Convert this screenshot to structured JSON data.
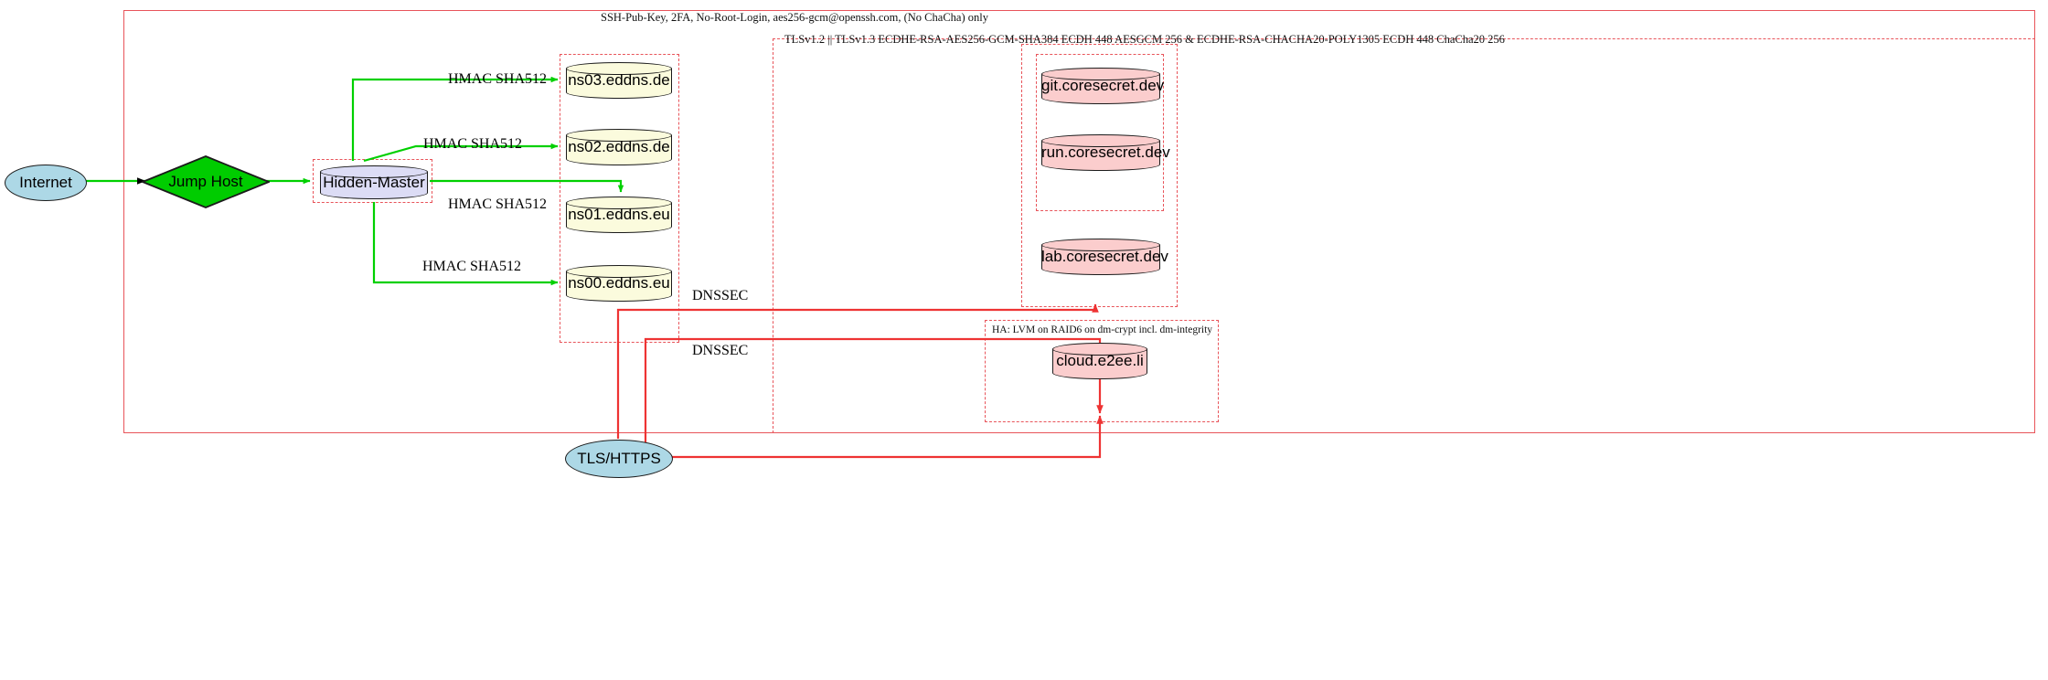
{
  "diagram": {
    "title_top": "SSH-Pub-Key, 2FA, No-Root-Login, aes256-gcm@openssh.com, (No ChaCha) only",
    "title_tls": "TLSv1.2 || TLSv1.3 ECDHE-RSA-AES256-GCM-SHA384 ECDH 448 AESGCM 256 & ECDHE-RSA-CHACHA20-POLY1305 ECDH 448 ChaCha20 256",
    "title_ha": "HA: LVM on RAID6 on dm-crypt incl. dm-integrity",
    "colors": {
      "boundary_red": "#e8545a",
      "edge_green": "#00d000",
      "edge_red": "#ee3333",
      "dns_fill": "#fbfbdd",
      "server_fill": "#fbcdcd",
      "master_fill": "#dcdcf5",
      "internet_fill": "#add8e6",
      "jump_fill": "#00cc00"
    }
  },
  "nodes": {
    "internet": "Internet",
    "jump_host": "Jump Host",
    "hidden_master": "Hidden-Master",
    "ns03": "ns03.eddns.de",
    "ns02": "ns02.eddns.de",
    "ns01": "ns01.eddns.eu",
    "ns00": "ns00.eddns.eu",
    "git": "git.coresecret.dev",
    "run": "run.coresecret.dev",
    "lab": "lab.coresecret.dev",
    "cloud": "cloud.e2ee.li",
    "tls_https": "TLS/HTTPS"
  },
  "edge_labels": {
    "hmac_ns03": "HMAC SHA512",
    "hmac_ns02": "HMAC SHA512",
    "hmac_ns01": "HMAC SHA512",
    "hmac_ns00": "HMAC SHA512",
    "dnssec_1": "DNSSEC",
    "dnssec_2": "DNSSEC"
  }
}
